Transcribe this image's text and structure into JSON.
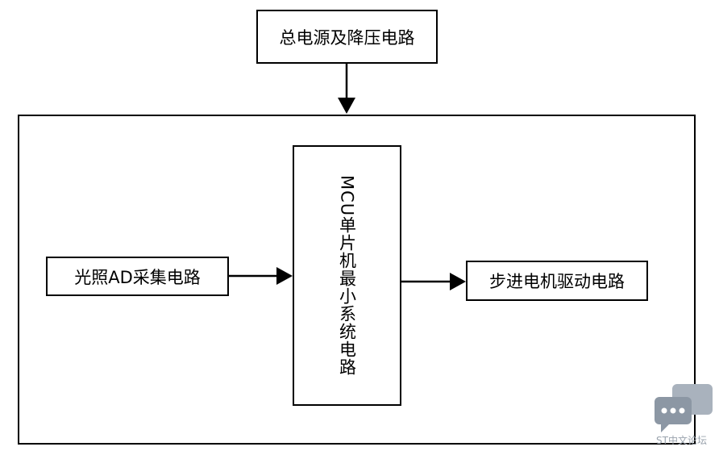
{
  "blocks": {
    "power": "总电源及降压电路",
    "mcu": "MCU单片机最小系统电路",
    "light": "光照AD采集电路",
    "stepper": "步进电机驱动电路"
  },
  "watermark": "ST中文论坛"
}
